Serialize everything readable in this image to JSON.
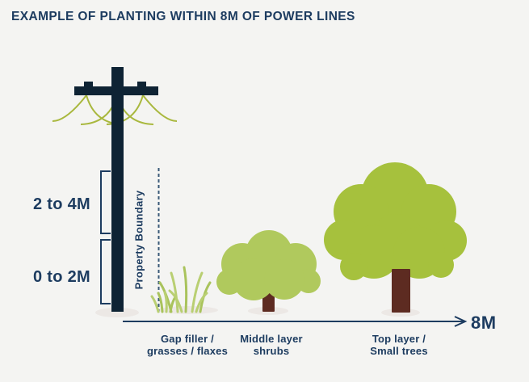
{
  "title": "EXAMPLE OF PLANTING WITHIN 8M OF POWER LINES",
  "colors": {
    "background": "#f4f4f2",
    "navy_text": "#1d3c60",
    "pole": "#0e2334",
    "wire": "#a9b83e",
    "boundary_dash": "#3a5a78",
    "grass_light": "#b9cf72",
    "grass_dark": "#a9c35c",
    "shrub": "#b0c95d",
    "tree": "#a6c13d",
    "trunk": "#5d2b21",
    "shadow": "#ece8e5"
  },
  "pole_zones": [
    {
      "label": "2 to 4M"
    },
    {
      "label": "0 to 2M"
    }
  ],
  "boundary_label": "Property Boundary",
  "distance_label": "8M",
  "plant_layers": [
    {
      "label_line1": "Gap filler /",
      "label_line2": "grasses / flaxes"
    },
    {
      "label_line1": "Middle layer",
      "label_line2": "shrubs"
    },
    {
      "label_line1": "Top layer /",
      "label_line2": "Small trees"
    }
  ]
}
